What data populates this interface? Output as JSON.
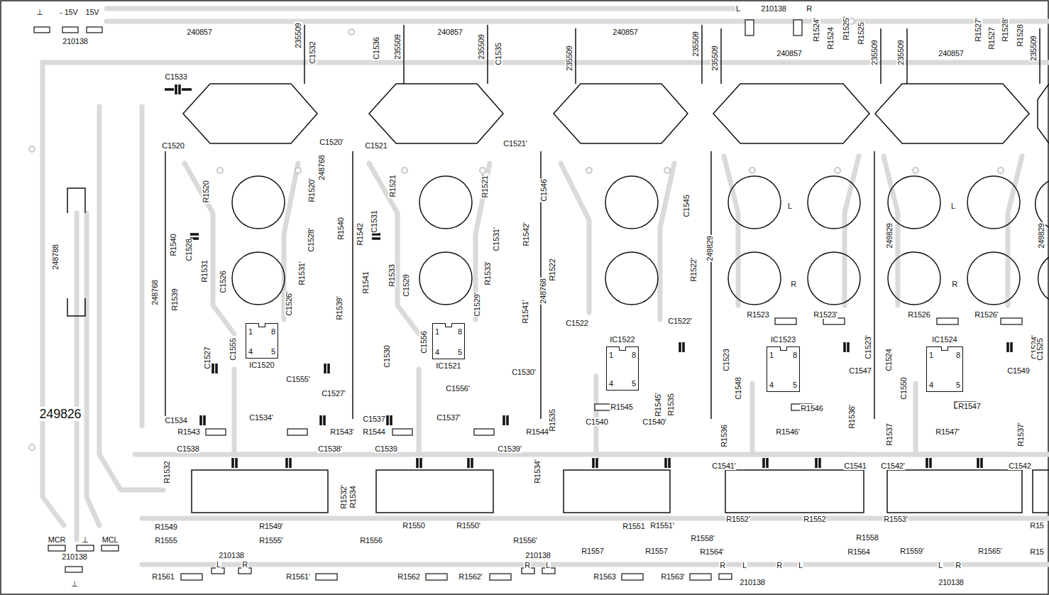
{
  "diagram": {
    "nodes": [
      {
        "text": [
          "IC1520",
          "1",
          "8",
          "4",
          "5"
        ]
      },
      {
        "text": [
          "IC1521",
          "1",
          "8",
          "4",
          "5"
        ]
      },
      {
        "text": [
          "IC1522",
          "1",
          "8",
          "4",
          "5"
        ]
      },
      {
        "text": [
          "IC1523",
          "1",
          "8",
          "4",
          "5"
        ]
      },
      {
        "text": [
          "IC1524",
          "1",
          "8",
          "4",
          "5"
        ]
      }
    ],
    "labels": [
      "⊥",
      "- 15V",
      "15V",
      "210138",
      "240857",
      "235509",
      "C1532",
      "C1533",
      "C1536",
      "235509",
      "240857",
      "235509",
      "C1535",
      "235509",
      "240857",
      "235509",
      "235509",
      "L",
      "210138",
      "R",
      "240857",
      "R1524'",
      "R1524",
      "R1525'",
      "R1525",
      "235509",
      "235509",
      "240857",
      "R1527'",
      "R1527",
      "R1528'",
      "R1528",
      "235509",
      "C1520",
      "C1520'",
      "R1520",
      "R1520'",
      "248768",
      "R1540",
      "C1528",
      "R1531",
      "C1526",
      "C1528'",
      "R1531'",
      "R1540",
      "C1526'",
      "R1539",
      "R1539'",
      "248768",
      "C1555",
      "C1527",
      "C1555'",
      "C1527'",
      "C1534",
      "C1534'",
      "R1543",
      "R1543'",
      "R1532",
      "C1538",
      "C1538'",
      "R1532'",
      "R1534",
      "R1549",
      "R1549'",
      "R1555",
      "R1555'",
      "R1561",
      "210138",
      "L",
      "R",
      "R1561'",
      "MCR",
      "⊥",
      "MCL",
      "210138",
      "⊥",
      "249826",
      "248788",
      "C1521",
      "C1521'",
      "R1521",
      "R1521'",
      "R1542",
      "C1531",
      "R1533",
      "C1529",
      "C1531'",
      "R1533'",
      "R1542'",
      "R1541",
      "C1529'",
      "R1541'",
      "C1530",
      "C1556",
      "C1556'",
      "C1530'",
      "248768",
      "C1537",
      "C1537'",
      "R1544",
      "R1544'",
      "C1539",
      "C1539'",
      "R1534'",
      "R1550",
      "R1550'",
      "R1556",
      "R1556'",
      "R1562",
      "R1562'",
      "210138",
      "R",
      "L",
      "C1546",
      "C1545",
      "R1522",
      "R1522'",
      "249829",
      "C1522",
      "C1522'",
      "R1545",
      "R1545'",
      "R1535",
      "R1535",
      "C1540",
      "C1540'",
      "R1551",
      "R1551'",
      "R1557",
      "R1557",
      "R1563",
      "R1563'",
      "R1558'",
      "R1564'",
      "R",
      "L",
      "R",
      "L",
      "210138",
      "L",
      "R",
      "R1523",
      "R1523'",
      "C1523",
      "C1548",
      "C1523'",
      "C1547",
      "R1546",
      "R1546'",
      "R1536",
      "R1536'",
      "C1541'",
      "C1541",
      "R1552'",
      "R1552",
      "R1558",
      "R1564",
      "249829",
      "L",
      "R",
      "R1526",
      "R1526'",
      "C1524",
      "C1550",
      "C1524'",
      "C1549",
      "R1547",
      "R1547'",
      "R1537",
      "R1537'",
      "C1542'",
      "C1542",
      "R1553'",
      "R1559'",
      "R1565'",
      "L",
      "R",
      "210138",
      "249829",
      "C1525",
      "R15",
      "R15"
    ]
  }
}
